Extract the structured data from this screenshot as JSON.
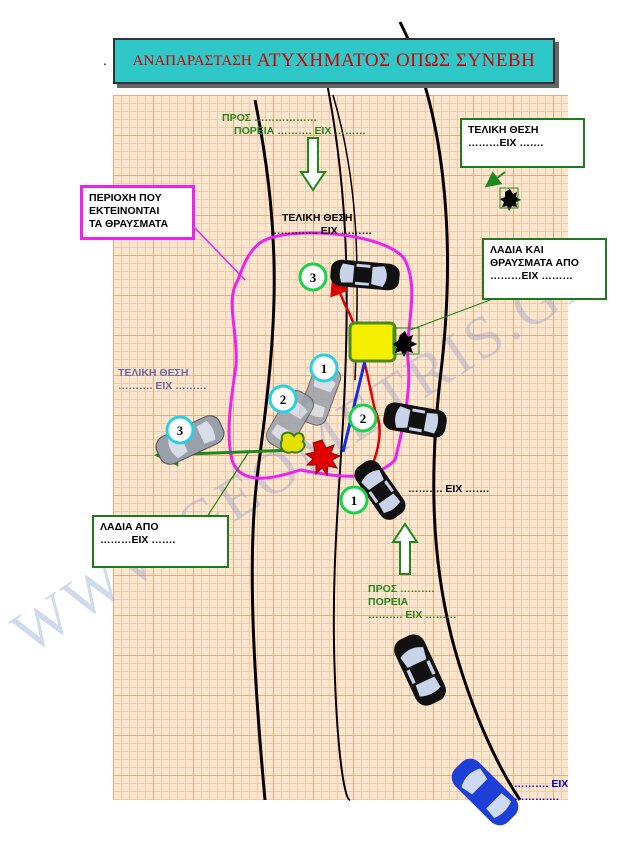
{
  "title": {
    "prefix": "ΑΝΑΠΑΡΑΣΤΑΣΗ",
    "main": "ΑΤΥΧΗΜΑΤΟΣ ΟΠΩΣ ΣΥΝΕΒΗ",
    "dot": "."
  },
  "top_direction": {
    "line1": "ΠΡΟΣ ………………",
    "line2": "ΠΟΡΕΙΑ ………. ΕΙΧ ………"
  },
  "final_top_right": {
    "line1": "ΤΕΛΙΚΗ ΘΕΣΗ",
    "line2": "………ΕΙΧ ……."
  },
  "debris_area": {
    "line1": "ΠΕΡΙΟΧΗ ΠΟΥ",
    "line2": "ΕΚΤΕΙΝΟΝΤΑΙ",
    "line3": "ΤΑ ΘΡΑΥΣΜΑΤΑ"
  },
  "final_center": {
    "line1": "ΤΕΛΙΚΗ ΘΕΣΗ",
    "line2": "…………..  ΕΙΧ ………"
  },
  "oil_debris_right": {
    "line1": "ΛΑΔΙΑ ΚΑΙ",
    "line2": "ΘΡΑΥΣΜΑΤΑ ΑΠΟ",
    "line3": "………ΕΙΧ ………"
  },
  "final_left": {
    "line1": "ΤΕΛΙΚΗ ΘΕΣΗ",
    "line2": "………. ΕΙΧ ………"
  },
  "car_a_label": "………. ΕΙΧ …….",
  "oil_left": {
    "line1": "ΛΑΔΙΑ            ΑΠΟ",
    "line2": "………ΕΙΧ ……."
  },
  "bottom_direction": {
    "line1": "ΠΡΟΣ ……….",
    "line2": "ΠΟΡΕΙΑ",
    "line3": "……….  ΕΙΧ ………"
  },
  "bottom_right": {
    "line1": "………. ΕΙΧ",
    "line2": "…………."
  },
  "markers": {
    "m1a": "1",
    "m2a": "2",
    "m3a": "3",
    "m1b": "1",
    "m2b": "2",
    "m3b": "3"
  },
  "watermark": "WWW.GEOMETRIS.GR"
}
